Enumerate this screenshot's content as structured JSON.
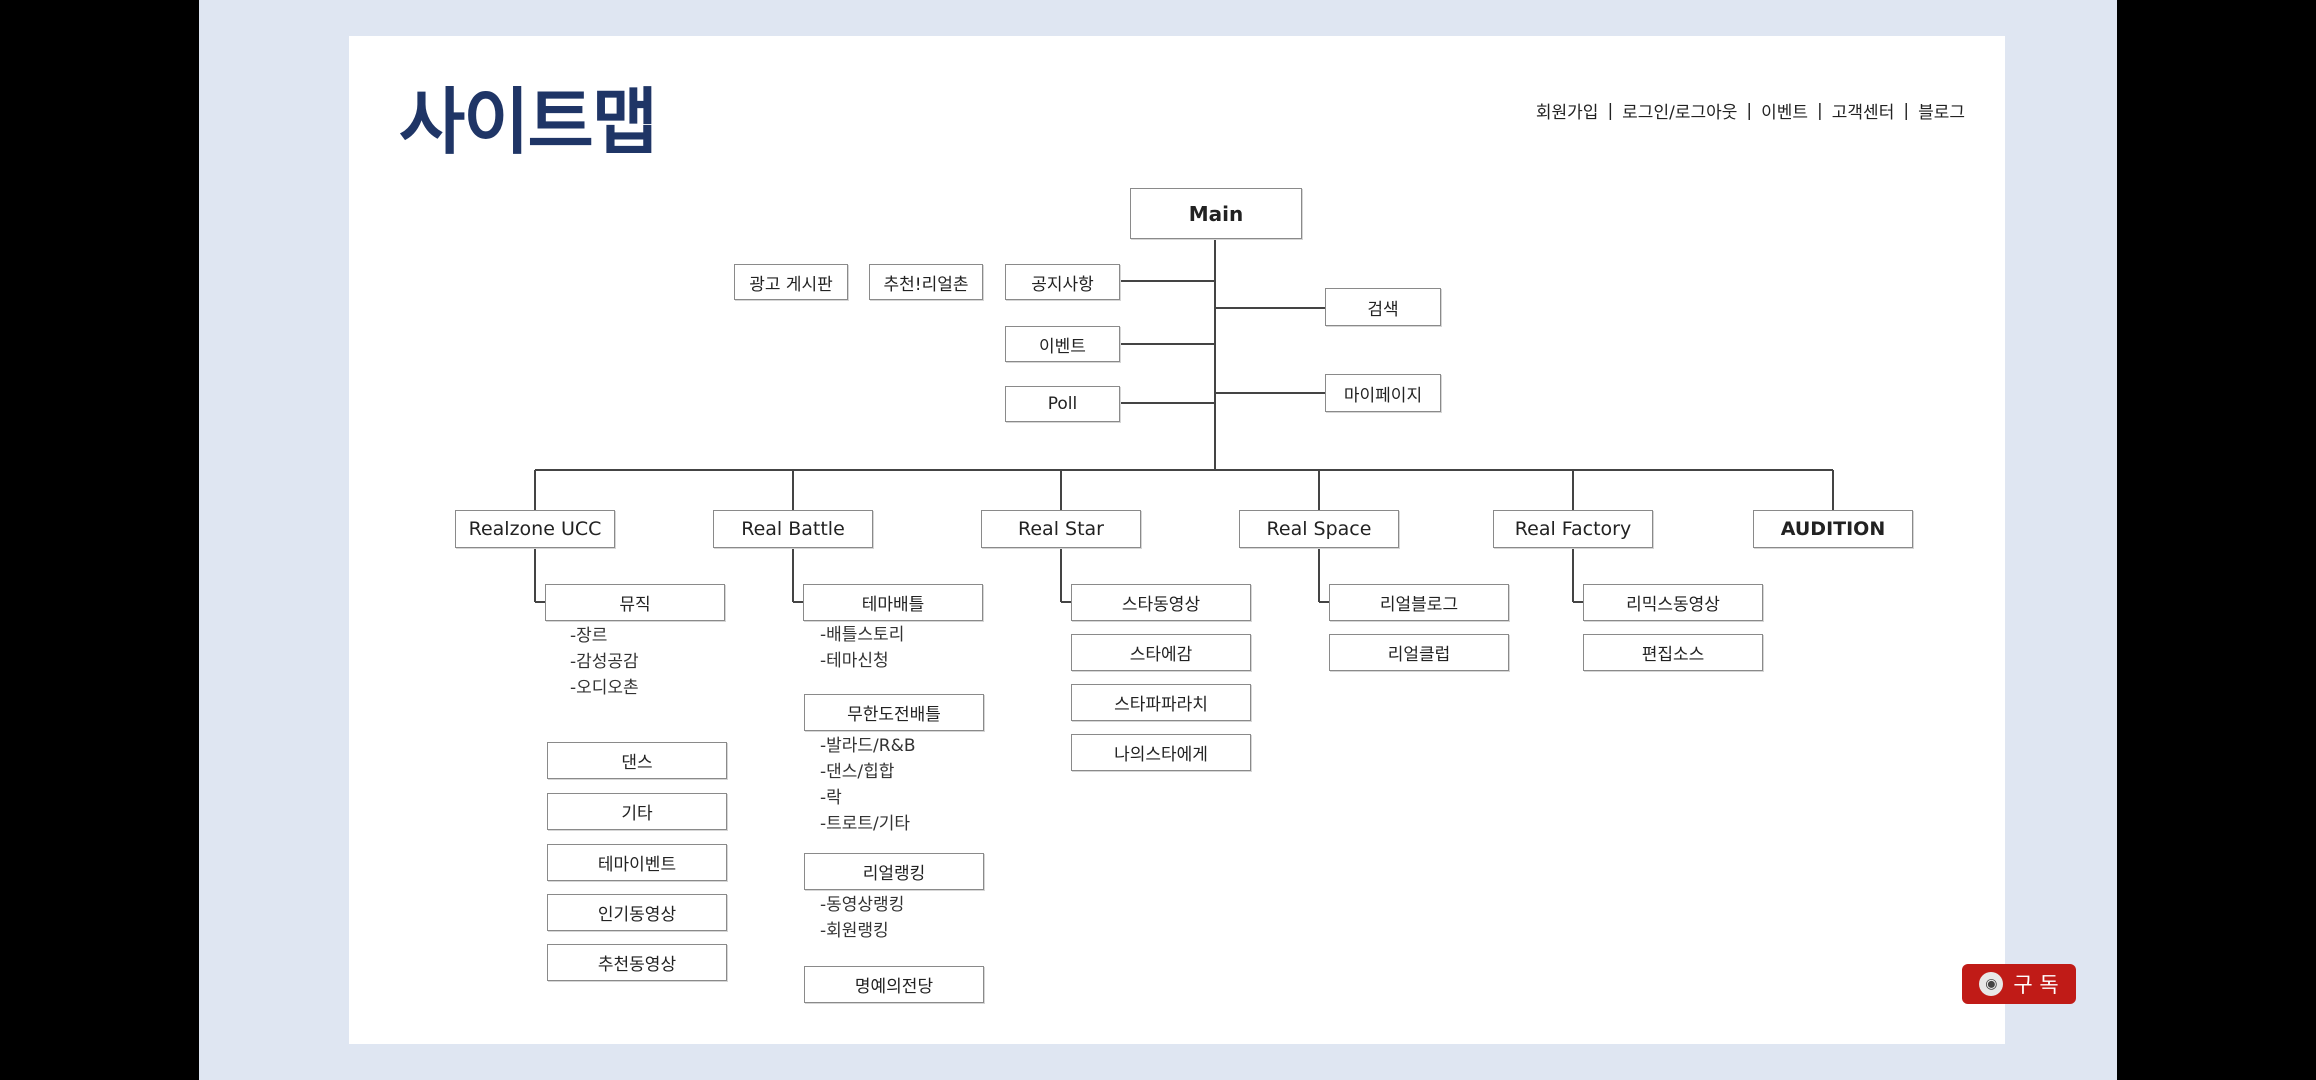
{
  "title": "사이트맵",
  "topnav": [
    "회원가입",
    "로그인/로그아웃",
    "이벤트",
    "고객센터",
    "블로그"
  ],
  "main": "Main",
  "side_left": [
    "광고 게시판",
    "추천!리얼촌"
  ],
  "side_mid": [
    "공지사항",
    "이벤트",
    "Poll"
  ],
  "side_right": [
    "검색",
    "마이페이지"
  ],
  "categories": [
    "Realzone UCC",
    "Real Battle",
    "Real Star",
    "Real Space",
    "Real Factory",
    "AUDITION"
  ],
  "ucc": {
    "music": "뮤직",
    "music_sub": [
      "-장르",
      "-감성공감",
      "-오디오촌"
    ],
    "items": [
      "댄스",
      "기타",
      "테마이벤트",
      "인기동영상",
      "추천동영상"
    ]
  },
  "battle": {
    "theme": "테마배틀",
    "theme_sub": [
      "-배틀스토리",
      "-테마신청"
    ],
    "infinite": "무한도전배틀",
    "infinite_sub": [
      "-발라드/R&B",
      "-댄스/힙합",
      "-락",
      "-트로트/기타"
    ],
    "ranking": "리얼랭킹",
    "ranking_sub": [
      "-동영상랭킹",
      "-회원랭킹"
    ],
    "fame": "명예의전당"
  },
  "star": [
    "스타동영상",
    "스타에감",
    "스타파파라치",
    "나의스타에게"
  ],
  "space": [
    "리얼블로그",
    "리얼클럽"
  ],
  "factory": [
    "리믹스동영상",
    "편집소스"
  ],
  "subscribe": "구 독",
  "subscribe_icon": "subscribe-avatar-icon"
}
